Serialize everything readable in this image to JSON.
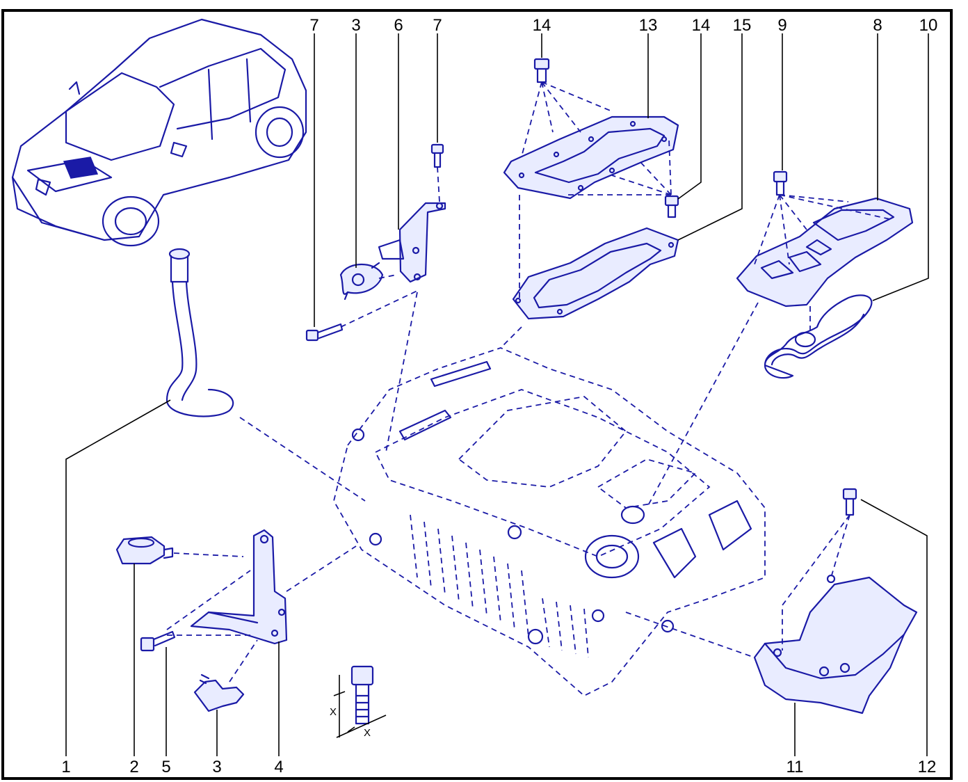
{
  "callouts": [
    "7",
    "3",
    "6",
    "7",
    "14",
    "13",
    "14",
    "15",
    "9",
    "8",
    "10",
    "1",
    "2",
    "5",
    "3",
    "4",
    "11",
    "12"
  ],
  "detail": {
    "dimension_label": "X"
  },
  "colors": {
    "line": "#1a1aa6",
    "tint": "#e9ecff",
    "frame": "#000000"
  }
}
